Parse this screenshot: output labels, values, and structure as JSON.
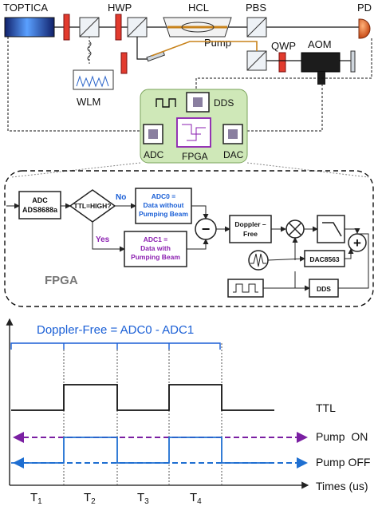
{
  "optics": {
    "laser": "TOPTICA",
    "hwp": "HWP",
    "hcl": "HCL",
    "pump": "Pump",
    "pbs": "PBS",
    "pd": "PD",
    "qwp": "QWP",
    "aom": "AOM",
    "wlm": "WLM"
  },
  "board": {
    "dds": "DDS",
    "adc": "ADC",
    "fpga": "FPGA",
    "dac": "DAC"
  },
  "block": {
    "adc_line1": "ADC",
    "adc_line2": "ADS8688a",
    "decision": "TTL=HIGH?",
    "no": "No",
    "yes": "Yes",
    "adc0_l1": "ADC0 =",
    "adc0_l2": "Data without",
    "adc0_l3": "Pumping Beam",
    "adc1_l1": "ADC1 =",
    "adc1_l2": "Data with",
    "adc1_l3": "Pumping Beam",
    "minus": "−",
    "doppler_l1": "Doppler –",
    "doppler_l2": "Free",
    "dac8563": "DAC8563",
    "plus": "+",
    "dds": "DDS",
    "fpga_label": "FPGA"
  },
  "timing": {
    "formula": "Doppler-Free = ADC0 - ADC1",
    "ttl": "TTL",
    "pump_on": "Pump  ON",
    "pump_off": "Pump OFF",
    "times": "Times (us)",
    "periods": [
      {
        "t": "T",
        "sub": "1"
      },
      {
        "t": "T",
        "sub": "2"
      },
      {
        "t": "T",
        "sub": "3"
      },
      {
        "t": "T",
        "sub": "4"
      }
    ]
  },
  "colors": {
    "adc0_text": "#1a5fd6",
    "adc1_text": "#8b1fb0",
    "formula_text": "#1a5fd6",
    "pump_on_line": "#7a1fa2",
    "pump_off_line": "#1f6fd1",
    "board_fill": "#cfe8b8",
    "laser_beam": "#c8821a"
  }
}
